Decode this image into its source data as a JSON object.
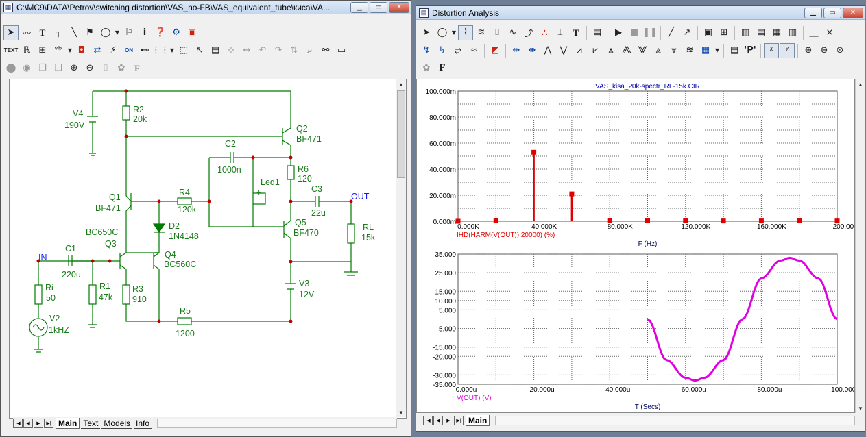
{
  "left_window": {
    "title": "C:\\MC9\\DATA\\Petrov\\switching distortion\\VAS_no-FB\\VAS_equivalent_tube\\киса\\VA...",
    "tabs": [
      "Main",
      "Text",
      "Models",
      "Info"
    ],
    "active_tab": "Main",
    "toolbar_text_button": "TEXT",
    "toolbar_on_button": "ON",
    "font_button": "F"
  },
  "schematic": {
    "wire_color": "#007a00",
    "label_color": "#1a7a1a",
    "node_color": "#c00000",
    "components": {
      "V4": {
        "name": "V4",
        "value": "190V"
      },
      "R2": {
        "name": "R2",
        "value": "20k"
      },
      "Q2": {
        "name": "Q2",
        "value": "BF471"
      },
      "C2": {
        "name": "C2",
        "value": "1000n"
      },
      "R6": {
        "name": "R6",
        "value": "120"
      },
      "Led1": {
        "name": "Led1"
      },
      "C3": {
        "name": "C3",
        "value": "22u"
      },
      "OUT": {
        "name": "OUT"
      },
      "Q1": {
        "name": "Q1",
        "value": "BF471"
      },
      "R4": {
        "name": "R4",
        "value": "120k"
      },
      "D2": {
        "name": "D2",
        "value": "1N4148"
      },
      "Q5": {
        "name": "Q5",
        "value": "BF470"
      },
      "RL": {
        "name": "RL",
        "value": "15k"
      },
      "Q3": {
        "name": "Q3",
        "value": "BC650C"
      },
      "Q4": {
        "name": "Q4",
        "value": "BC560C"
      },
      "IN": {
        "name": "IN"
      },
      "C1": {
        "name": "C1",
        "value": "220u"
      },
      "R1": {
        "name": "R1",
        "value": "47k"
      },
      "R3": {
        "name": "R3",
        "value": "910"
      },
      "V3": {
        "name": "V3",
        "value": "12V"
      },
      "Ri": {
        "name": "Ri",
        "value": "50"
      },
      "V2": {
        "name": "V2",
        "value": "1kHZ"
      },
      "R5": {
        "name": "R5",
        "value": "1200"
      }
    }
  },
  "right_window": {
    "title": "Distortion Analysis",
    "tabs": [
      "Main"
    ],
    "active_tab": "Main",
    "font_button": "F",
    "p_button": "'P'"
  },
  "chart_data": [
    {
      "type": "bar",
      "title": "VAS_kisa_20k-spectr_RL-15k.CIR",
      "xlabel": "F (Hz)",
      "series_label": "IHD(HARM(V(OUT)),20000) (%)",
      "series_color": "#e00000",
      "x_ticks": [
        "0.000K",
        "40.000K",
        "80.000K",
        "120.000K",
        "160.000K",
        "200.000K"
      ],
      "y_ticks": [
        "0.000m",
        "20.000m",
        "40.000m",
        "60.000m",
        "80.000m",
        "100.000m"
      ],
      "xlim": [
        0,
        200000
      ],
      "ylim": [
        0,
        100
      ],
      "y_unit_note": "m",
      "grid": true,
      "x": [
        0,
        20000,
        40000,
        60000,
        80000,
        100000,
        120000,
        140000,
        160000,
        180000,
        200000
      ],
      "values": [
        0,
        0.3,
        53,
        21,
        0.3,
        0.5,
        0.3,
        0.2,
        0.2,
        0.3,
        0.2
      ]
    },
    {
      "type": "line",
      "title": "",
      "xlabel": "T (Secs)",
      "series_label": "V(OUT) (V)",
      "series_color": "#e000e0",
      "x_ticks": [
        "0.000u",
        "20.000u",
        "40.000u",
        "60.000u",
        "80.000u",
        "100.000u"
      ],
      "y_ticks": [
        "35.000",
        "25.000",
        "15.000",
        "10.000",
        "5.000",
        "-5.000",
        "-15.000",
        "-20.000",
        "-30.000",
        "-35.000"
      ],
      "xlim": [
        0,
        100
      ],
      "ylim": [
        -35,
        35
      ],
      "grid": true,
      "x": [
        50,
        55,
        60,
        62.5,
        65,
        70,
        75,
        80,
        85,
        87.5,
        90,
        95,
        100
      ],
      "values": [
        0,
        -22,
        -31.5,
        -33,
        -31.5,
        -22,
        0,
        22,
        31.5,
        33,
        31.5,
        22,
        0
      ]
    }
  ]
}
